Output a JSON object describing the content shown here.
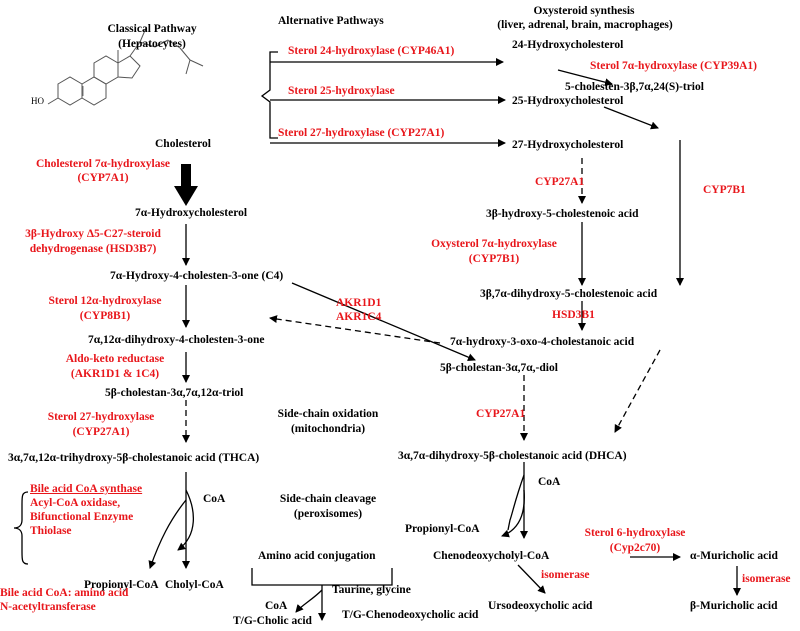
{
  "headers": {
    "classical": "Classical Pathway",
    "classical_sub": "(Hepatocytes)",
    "alternative": "Alternative Pathways",
    "oxysterol": "Oxysteroid synthesis",
    "oxysterol_sub": "(liver, adrenal, brain, macrophages)",
    "side_chain_ox": "Side-chain oxidation",
    "side_chain_ox_sub": "(mitochondria)",
    "side_chain_cleave": "Side-chain cleavage",
    "side_chain_cleave_sub": "(peroxisomes)"
  },
  "structure": {
    "oh_label": "HO"
  },
  "compounds": {
    "cholesterol": "Cholesterol",
    "c24": "24-Hydroxycholesterol",
    "triol24": "5-cholesten-3β,7α,24(S)-triol",
    "c25": "25-Hydroxycholesterol",
    "c27": "27-Hydroxycholesterol",
    "h7a": "7α-Hydroxycholesterol",
    "c4": "7α-Hydroxy-4-cholesten-3-one (C4)",
    "hca": "3β-hydroxy-5-cholestenoic acid",
    "dhca_pre": "3β,7α-dihydroxy-5-cholestenoic acid",
    "diol12": "7α,12α-dihydroxy-4-cholesten-3-one",
    "oxo": "7α-hydroxy-3-oxo-4-cholestanoic acid",
    "triol12": "5β-cholestan-3α,7α,12α-triol",
    "diol": "5β-cholestan-3α,7α,-diol",
    "thca": "3α,7α,12α-trihydroxy-5β-cholestanoic acid (THCA)",
    "dhca": "3α,7α-dihydroxy-5β-cholestanoic acid (DHCA)",
    "coa_left": "CoA",
    "coa_right": "CoA",
    "propionyl_left": "Propionyl-CoA",
    "cholyl": "Cholyl-CoA",
    "propionyl_right": "Propionyl-CoA",
    "cdca_coa": "Chenodeoxycholyl-CoA",
    "amino_conj": "Amino acid conjugation",
    "taurine": "Taurine, glycine",
    "coa_bottom": "CoA",
    "tg_cholic": "T/G-Cholic acid",
    "tg_cdca": "T/G-Chenodeoxycholic acid",
    "udca": "Ursodeoxycholic acid",
    "amca": "α-Muricholic acid",
    "bmca": "β-Muricholic acid"
  },
  "enzymes": {
    "cyp46a1": "Sterol 24-hydroxylase (CYP46A1)",
    "cyp39a1": "Sterol 7α-hydroxylase (CYP39A1)",
    "s25": "Sterol 25-hydroxylase",
    "cyp27a1_top": "Sterol 27-hydroxylase (CYP27A1)",
    "cyp7a1_a": "Cholesterol 7α-hydroxylase",
    "cyp7a1_b": "(CYP7A1)",
    "cyp27a1_mid": "CYP27A1",
    "cyp7b1_right": "CYP7B1",
    "hsd3b7_a": "3β-Hydroxy Δ5-C27-steroid",
    "hsd3b7_b": "dehydrogenase (HSD3B7)",
    "oxy7a_a": "Oxysterol 7α-hydroxylase",
    "oxy7a_b": "(CYP7B1)",
    "cyp8b1_a": "Sterol 12α-hydroxylase",
    "cyp8b1_b": "(CYP8B1)",
    "akr_1": "AKR1D1",
    "akr_2": "AKR1C4",
    "hsd3b1": "HSD3B1",
    "aldo_a": "Aldo-keto reductase",
    "aldo_b": "(AKR1D1 & 1C4)",
    "cyp27a1_low": "CYP27A1",
    "s27_a": "Sterol 27-hydroxylase",
    "s27_b": "(CYP27A1)",
    "baco_1": "Bile acid CoA synthase",
    "baco_2": "Acyl-CoA oxidase,",
    "baco_3": "Bifunctional Enzyme",
    "baco_4": "Thiolase",
    "cyp2c70_a": "Sterol 6-hydroxylase",
    "cyp2c70_b": "(Cyp2c70)",
    "isomerase_1": "isomerase",
    "isomerase_2": "isomerase",
    "baat_a": "Bile acid CoA: amino acid",
    "baat_b": "N-acetyltransferase"
  },
  "colors": {
    "enzyme": "#e8161b",
    "compound": "#000000"
  }
}
